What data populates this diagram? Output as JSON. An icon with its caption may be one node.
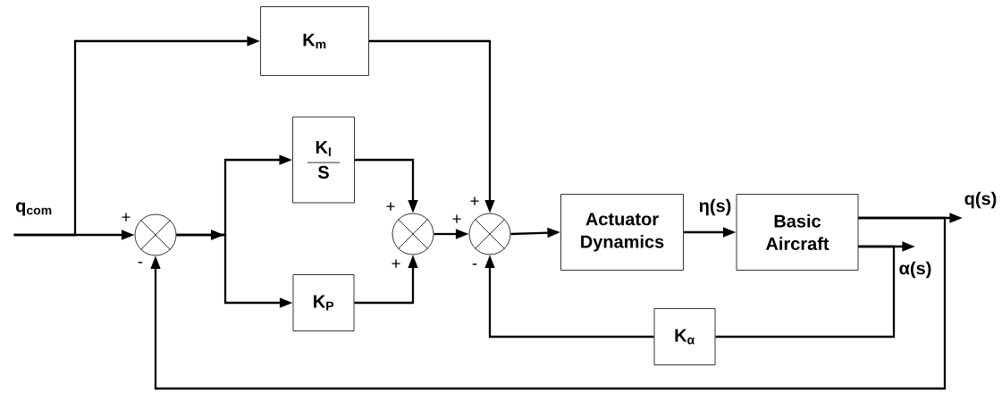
{
  "diagram": {
    "nodes": [
      {
        "text": [
          "q$_{com}$"
        ]
      },
      {
        "text": [
          "K$_{m}$"
        ]
      },
      {
        "text": [],
        "shape": "circle",
        "beside": [
          "+",
          "-"
        ]
      },
      {
        "text": [
          "K$_{I}$",
          "S"
        ]
      },
      {
        "text": [
          "K$_{P}$"
        ]
      },
      {
        "text": [],
        "shape": "circle",
        "beside": [
          "+",
          "+"
        ]
      },
      {
        "text": [],
        "shape": "circle",
        "beside": [
          "+",
          "+",
          "-"
        ]
      },
      {
        "text": [
          "Actuator Dynamics"
        ]
      },
      {
        "text": [
          "Basic Aircraft"
        ]
      },
      {
        "text": [
          "q(s)"
        ]
      },
      {
        "text": [
          "α(s)"
        ]
      },
      {
        "text": [
          "K$_{α}$"
        ]
      }
    ],
    "edges": [
      {
        "from": 0,
        "to": 2,
        "arrow": "to"
      },
      {
        "from": 0,
        "to": 1,
        "arrow": "to"
      },
      {
        "from": 2,
        "to": 3,
        "arrow": "to"
      },
      {
        "from": 2,
        "to": 4,
        "arrow": "to"
      },
      {
        "from": 3,
        "to": 5,
        "arrow": "to"
      },
      {
        "from": 4,
        "to": 5,
        "arrow": "to"
      },
      {
        "from": 5,
        "to": 6,
        "arrow": "to"
      },
      {
        "from": 1,
        "to": 6,
        "arrow": "to"
      },
      {
        "from": 6,
        "to": 7,
        "arrow": "to"
      },
      {
        "from": 7,
        "to": 8,
        "arrow": "to",
        "label": "η(s)"
      },
      {
        "from": 8,
        "to": 9,
        "arrow": "to"
      },
      {
        "from": 8,
        "to": 10,
        "arrow": "to"
      },
      {
        "from": 8,
        "to": 11,
        "arrow": "none"
      },
      {
        "from": 11,
        "to": 6,
        "arrow": "to"
      },
      {
        "from": 8,
        "to": 2,
        "arrow": "to"
      }
    ]
  }
}
